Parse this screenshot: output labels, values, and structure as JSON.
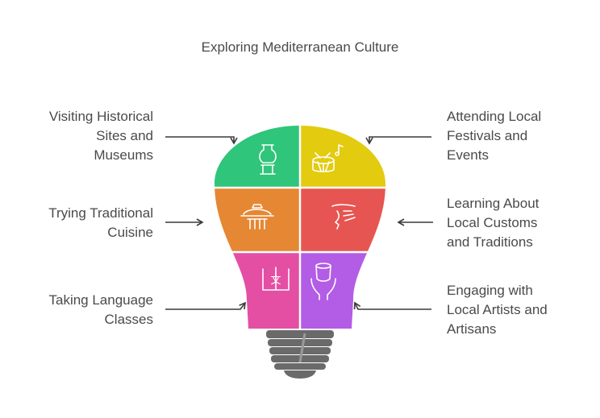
{
  "title": "Exploring Mediterranean Culture",
  "items": [
    {
      "side": "left",
      "lines": [
        "Visiting Historical",
        "Sites and",
        "Museums"
      ],
      "icon": "vase-icon",
      "color": "#2fc57a"
    },
    {
      "side": "right",
      "lines": [
        "Attending Local",
        "Festivals and",
        "Events"
      ],
      "icon": "drum-music-icon",
      "color": "#e3cb10"
    },
    {
      "side": "left",
      "lines": [
        "Trying Traditional",
        "Cuisine"
      ],
      "icon": "food-platter-icon",
      "color": "#e68733"
    },
    {
      "side": "right",
      "lines": [
        "Learning About",
        "Local Customs",
        "and Traditions"
      ],
      "icon": "face-profile-icon",
      "color": "#e65551"
    },
    {
      "side": "left",
      "lines": [
        "Taking Language",
        "Classes"
      ],
      "icon": "translate-book-icon",
      "color": "#e44fa4"
    },
    {
      "side": "right",
      "lines": [
        "Engaging with",
        "Local Artists and",
        "Artisans"
      ],
      "icon": "pottery-hands-icon",
      "color": "#b35ce6"
    }
  ],
  "colors": {
    "base": "#6a6a6a",
    "text": "#4a4a4a",
    "arrow": "#3a3a3a"
  }
}
